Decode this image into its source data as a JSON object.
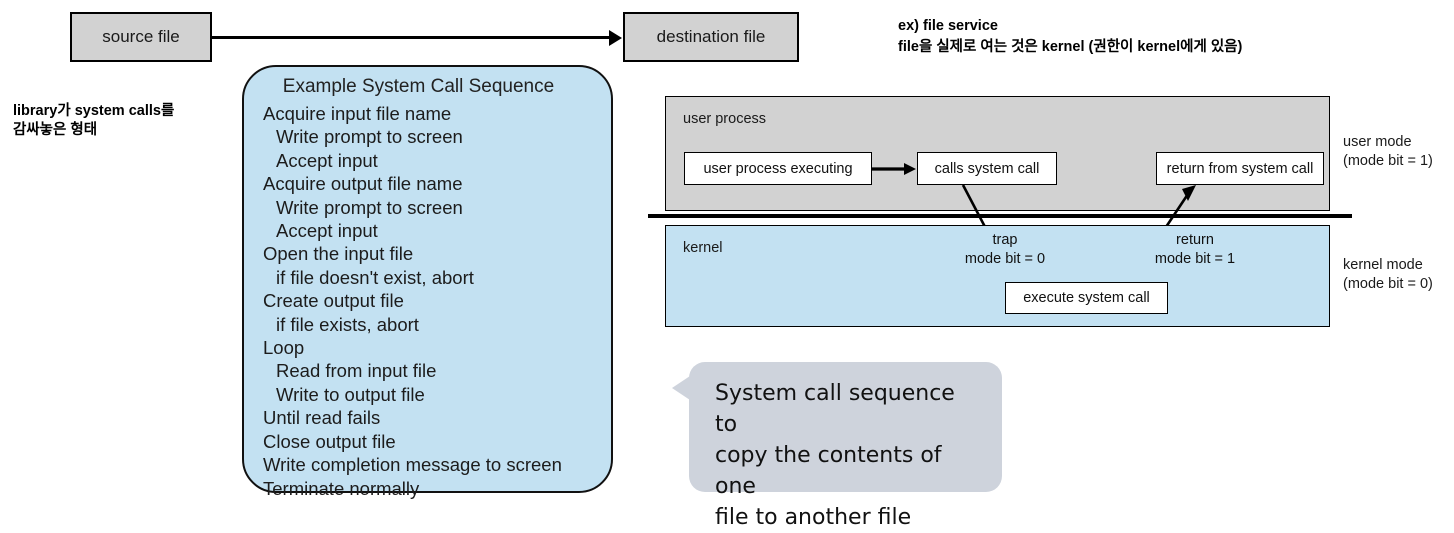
{
  "top_flow": {
    "source_label": "source file",
    "destination_label": "destination  file"
  },
  "annotations": {
    "left": "library가 system calls를\n감싸놓은 형태",
    "right_line1": "ex) file service",
    "right_line2": "file을 실제로 여는 것은 kernel (권한이 kernel에게 있음)"
  },
  "sequence_panel": {
    "title": "Example System Call Sequence",
    "steps": [
      {
        "text": "Acquire input file name",
        "indent": 0
      },
      {
        "text": "Write prompt to screen",
        "indent": 1
      },
      {
        "text": "Accept input",
        "indent": 1
      },
      {
        "text": "Acquire output file name",
        "indent": 0
      },
      {
        "text": "Write prompt to screen",
        "indent": 1
      },
      {
        "text": "Accept input",
        "indent": 1
      },
      {
        "text": "Open the input file",
        "indent": 0
      },
      {
        "text": "if file doesn't exist, abort",
        "indent": 1
      },
      {
        "text": "Create output file",
        "indent": 0
      },
      {
        "text": "if file exists, abort",
        "indent": 1
      },
      {
        "text": "Loop",
        "indent": 0
      },
      {
        "text": "Read from input file",
        "indent": 1
      },
      {
        "text": "Write to output file",
        "indent": 1
      },
      {
        "text": "Until read fails",
        "indent": 0
      },
      {
        "text": "Close output file",
        "indent": 0
      },
      {
        "text": "Write completion message to screen",
        "indent": 0
      },
      {
        "text": "Terminate normally",
        "indent": 0
      }
    ]
  },
  "mode_diagram": {
    "user_zone_label": "user process",
    "kernel_zone_label": "kernel",
    "user_mode_label": "user mode\n(mode bit = 1)",
    "kernel_mode_label": "kernel mode\n(mode bit = 0)",
    "box_user_executing": "user process executing",
    "box_calls_system_call": "calls system call",
    "box_return_from_system_call": "return from system call",
    "box_execute_system_call": "execute system call",
    "trap_label": "trap\nmode bit = 0",
    "return_label": "return\nmode bit = 1"
  },
  "callout": {
    "text": "System call sequence to\ncopy the contents of one\nfile to another file"
  },
  "colors": {
    "gray_fill": "#d2d2d2",
    "blue_fill": "#c3e1f2",
    "bubble_fill": "#ced3dc",
    "stroke": "#000000"
  }
}
